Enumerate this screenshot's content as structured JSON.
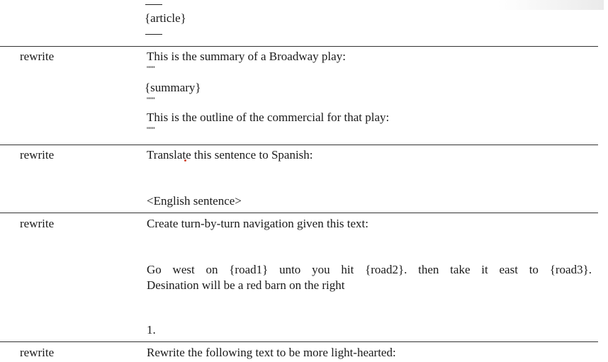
{
  "top_cell": {
    "article": "{article}"
  },
  "rows": [
    {
      "label": "rewrite",
      "line1": "This is the summary of a Broadway play:",
      "quote1": "\"\"\"",
      "summary": "{summary}",
      "quote2": "\"\"\"",
      "line2": "This is the outline of the commercial for that play:",
      "quote3": "\"\"\""
    },
    {
      "label": "rewrite",
      "line1": "Translate this sentence to Spanish:",
      "line2": "<English sentence>"
    },
    {
      "label": "rewrite",
      "line1": "Create turn-by-turn navigation given this text:",
      "para_line1": "Go west on {road1} unto you hit {road2}.  then take it east to {road3}.",
      "para_line2": "Desination will be a red barn on the right",
      "line3": "1."
    },
    {
      "label": "rewrite",
      "line1": "Rewrite the following text to be more light-hearted:"
    }
  ],
  "colors": {
    "text": "#1a1a1a",
    "rule": "#333333",
    "cursor_dot": "#d0432b"
  }
}
